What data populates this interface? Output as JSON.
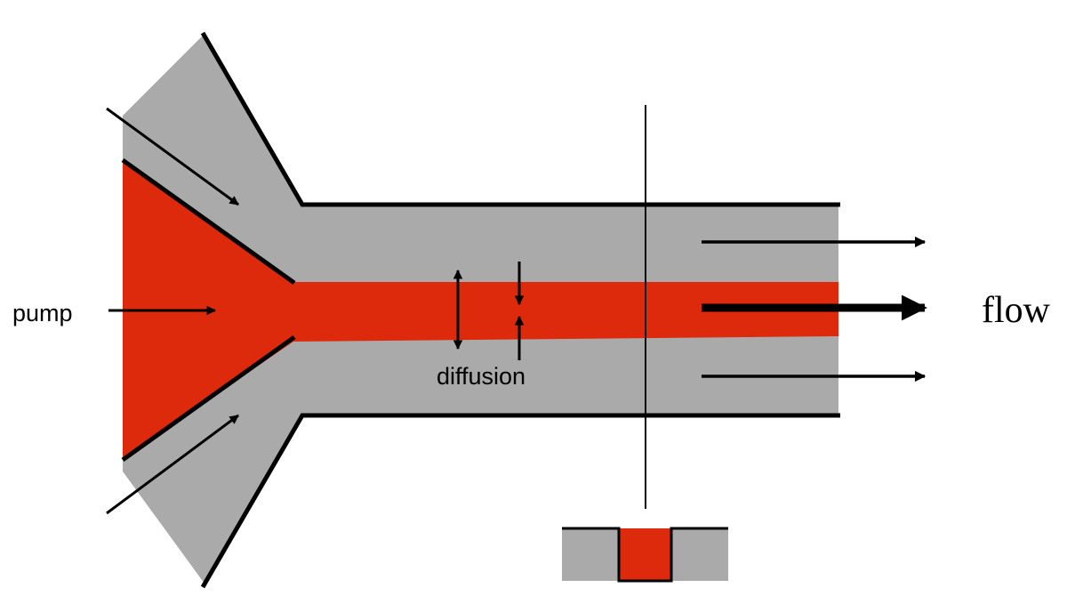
{
  "labels": {
    "pump": "pump",
    "diffusion": "diffusion",
    "flow": "flow"
  },
  "colors": {
    "background": "#ffffff",
    "channel_gray": "#aaaaaa",
    "stream_red": "#dd2a0c",
    "line": "#000000"
  }
}
